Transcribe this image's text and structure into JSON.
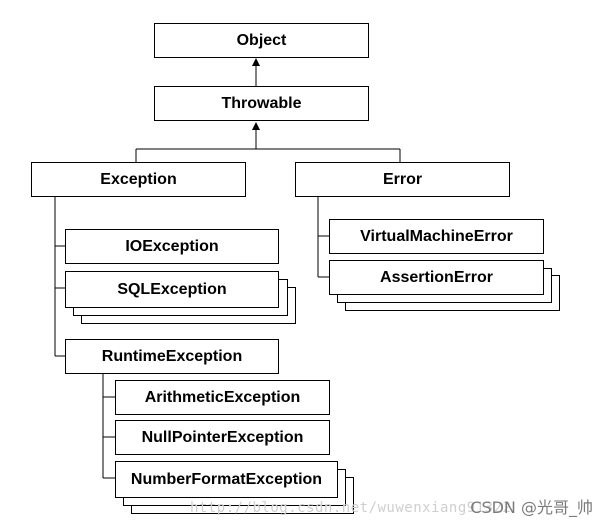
{
  "nodes": {
    "object": "Object",
    "throwable": "Throwable",
    "exception": "Exception",
    "error": "Error",
    "io_exception": "IOException",
    "sql_exception": "SQLException",
    "runtime_exception": "RuntimeException",
    "arithmetic_exception": "ArithmeticException",
    "null_pointer_exception": "NullPointerException",
    "number_format_exception": "NumberFormatException",
    "virtual_machine_error": "VirtualMachineError",
    "assertion_error": "AssertionError"
  },
  "watermark": {
    "url": "http://blog.csdn.net/wuwenxiang91322",
    "credit": "CSDN @光哥_帅"
  }
}
